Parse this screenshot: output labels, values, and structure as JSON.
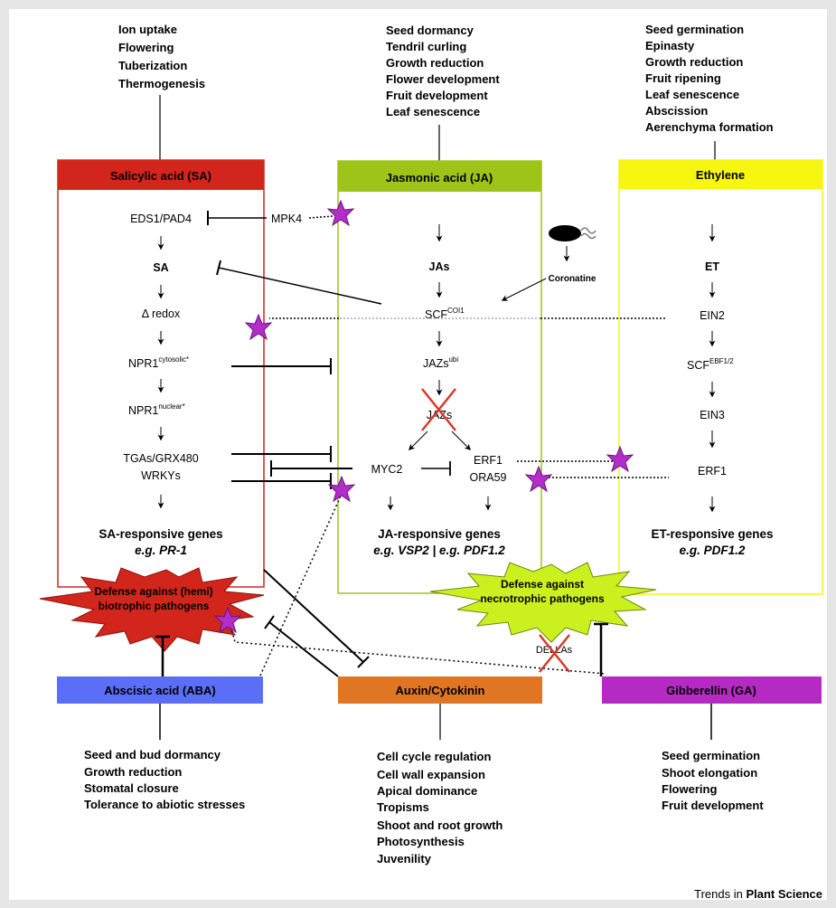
{
  "hormones": {
    "sa": {
      "title": "Salicylic acid (SA)",
      "functions": [
        "Ion uptake",
        "Flowering",
        "Tuberization",
        "Thermogenesis"
      ],
      "nodes": [
        "EDS1/PAD4",
        "SA",
        "redox",
        "NPR1",
        "NPR1",
        "TGAs/GRX480",
        "WRKYs"
      ],
      "sup": [
        "cytosolic*",
        "nuclear*"
      ],
      "delta": "Δ",
      "genes": "SA-responsive genes",
      "example": "e.g. PR-1",
      "color": "#d2261c"
    },
    "ja": {
      "title": "Jasmonic acid (JA)",
      "functions": [
        "Seed dormancy",
        "Tendril curling",
        "Growth reduction",
        "Flower development",
        "Fruit development",
        "Leaf senescence"
      ],
      "nodes": [
        "JAs",
        "SCF",
        "JAZs",
        "JAZs",
        "MYC2",
        "ERF1",
        "ORA59"
      ],
      "sup": [
        "COI1",
        "ubi"
      ],
      "genes": "JA-responsive genes",
      "example": "e.g. VSP2 | e.g. PDF1.2",
      "color": "#9ec41a"
    },
    "et": {
      "title": "Ethylene",
      "functions": [
        "Seed germination",
        "Epinasty",
        "Growth reduction",
        "Fruit ripening",
        "Leaf senescence",
        "Abscission",
        "Aerenchyma formation"
      ],
      "nodes": [
        "ET",
        "EIN2",
        "SCF",
        "EIN3",
        "ERF1"
      ],
      "sup": [
        "EBF1/2"
      ],
      "genes": "ET-responsive genes",
      "example": "e.g. PDF1.2",
      "color": "#f6f611"
    },
    "aba": {
      "title": "Abscisic acid (ABA)",
      "functions": [
        "Seed and bud dormancy",
        "Growth reduction",
        "Stomatal closure",
        "Tolerance to abiotic stresses"
      ],
      "color": "#5a6ef6"
    },
    "auxin": {
      "title": "Auxin/Cytokinin",
      "functions": [
        "Cell cycle regulation",
        "Cell wall expansion",
        "Apical dominance",
        "Tropisms",
        "Shoot and root growth",
        "Photosynthesis",
        "Juvenility"
      ],
      "color": "#e07523"
    },
    "ga": {
      "title": "Gibberellin (GA)",
      "functions": [
        "Seed germination",
        "Shoot elongation",
        "Flowering",
        "Fruit development"
      ],
      "color": "#b62ac4"
    }
  },
  "misc": {
    "mpk4": "MPK4",
    "coronatine": "Coronatine",
    "dellas": "DELLAs",
    "defense_biotrophic": [
      "Defense against (hemi)",
      "biotrophic pathogens"
    ],
    "defense_necrotrophic": [
      "Defense against",
      "necrotrophic pathogens"
    ],
    "star_color": "#b12ec8"
  },
  "footer": {
    "brand_regular": "Trends in ",
    "brand_bold": "Plant Science"
  }
}
